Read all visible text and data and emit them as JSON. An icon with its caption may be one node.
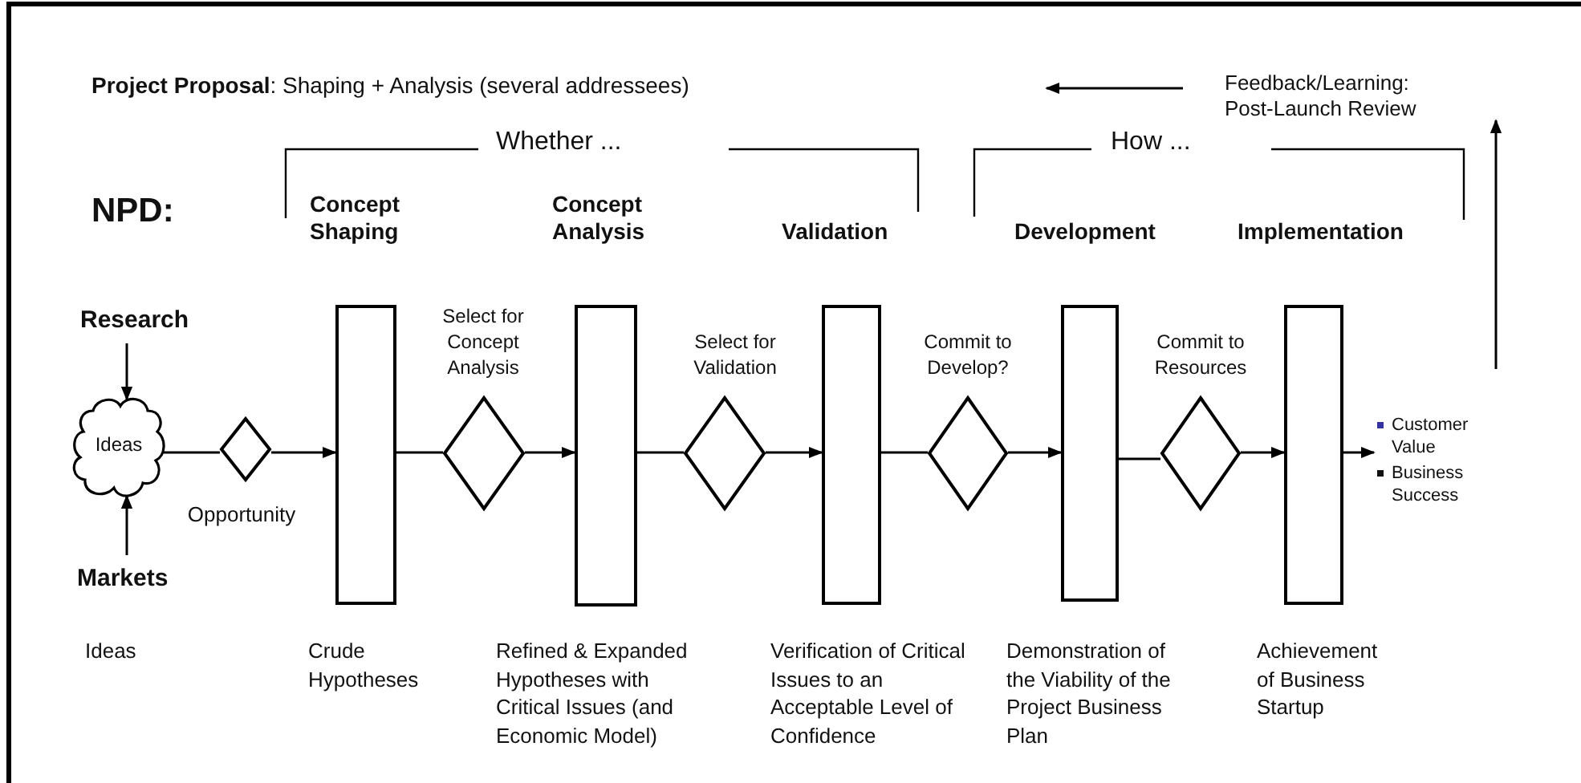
{
  "diagram": {
    "nodes": [
      {
        "text": [
          "Research"
        ]
      },
      {
        "text": [
          "Ideas"
        ]
      },
      {
        "text": [
          "Markets"
        ]
      },
      {
        "text": [],
        "shape": "diamond",
        "beside": [
          "Opportunity"
        ]
      },
      {
        "text": [],
        "shape": "box",
        "beside": [
          "Concept Shaping",
          "Crude Hypotheses"
        ]
      },
      {
        "text": [],
        "shape": "diamond",
        "beside": [
          "Select for Concept Analysis"
        ]
      },
      {
        "text": [],
        "shape": "box",
        "beside": [
          "Concept Analysis",
          "Refined & Expanded Hypotheses with Critical Issues (and Economic Model)"
        ]
      },
      {
        "text": [],
        "shape": "diamond",
        "beside": [
          "Select for Validation"
        ]
      },
      {
        "text": [],
        "shape": "box",
        "beside": [
          "Validation",
          "Verification of Critical Issues to an Acceptable Level of Confidence"
        ]
      },
      {
        "text": [],
        "shape": "diamond",
        "beside": [
          "Commit to Develop?"
        ]
      },
      {
        "text": [],
        "shape": "box",
        "beside": [
          "Development",
          "Demonstration of the Viability of the Project Business Plan"
        ]
      },
      {
        "text": [],
        "shape": "diamond",
        "beside": [
          "Commit to Resources"
        ]
      },
      {
        "text": [],
        "shape": "box",
        "beside": [
          "Implementation",
          "Achievement of Business Startup"
        ]
      },
      {
        "text": [
          "Customer Value",
          "Business Success"
        ]
      },
      {
        "text": [
          "Feedback/Learning: Post-Launch Review"
        ]
      },
      {
        "text": [
          "**Project Proposal**: Shaping + Analysis (several addressees)"
        ]
      }
    ],
    "edges": [
      {
        "from": 0,
        "to": 1,
        "arrow": "to"
      },
      {
        "from": 2,
        "to": 1,
        "arrow": "to"
      },
      {
        "from": 1,
        "to": 3,
        "arrow": "none"
      },
      {
        "from": 3,
        "to": 4,
        "arrow": "to"
      },
      {
        "from": 4,
        "to": 5,
        "arrow": "none"
      },
      {
        "from": 5,
        "to": 6,
        "arrow": "to"
      },
      {
        "from": 6,
        "to": 7,
        "arrow": "none"
      },
      {
        "from": 7,
        "to": 8,
        "arrow": "to"
      },
      {
        "from": 8,
        "to": 9,
        "arrow": "none"
      },
      {
        "from": 9,
        "to": 10,
        "arrow": "to"
      },
      {
        "from": 10,
        "to": 11,
        "arrow": "none"
      },
      {
        "from": 11,
        "to": 12,
        "arrow": "to"
      },
      {
        "from": 12,
        "to": 13,
        "arrow": "to"
      },
      {
        "from": null,
        "to": 14,
        "arrow": "to"
      },
      {
        "from": 14,
        "to": null,
        "arrow": "to"
      }
    ],
    "labels": [
      "NPD:",
      "Whether ...",
      "How ...",
      "Ideas"
    ]
  }
}
